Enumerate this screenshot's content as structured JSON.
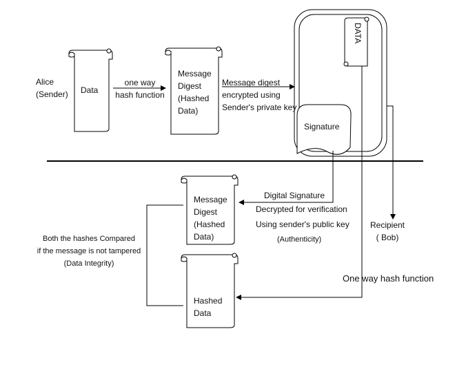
{
  "sender": {
    "label": "Alice\n(Sender)"
  },
  "scroll_data": {
    "label": "Data"
  },
  "arrow_hash": {
    "label": "one way\nhash function"
  },
  "scroll_digest": {
    "label": "Message\nDigest\n(Hashed\nData)"
  },
  "arrow_encrypt": {
    "label": "Message digest\nencrypted using\nSender's private key"
  },
  "envelope": {
    "data_label": "DATA",
    "signature_label": "Signature"
  },
  "verify": {
    "digital_signature": "Digital Signature",
    "decrypted": "Decrypted for verification",
    "using_key": "Using sender's public key",
    "authenticity": "(Authenticity)"
  },
  "recipient": {
    "label": "Recipient\n( Bob)"
  },
  "scroll_digest2": {
    "label": "Message\nDigest\n(Hashed\nData)"
  },
  "scroll_hashed": {
    "label": "Hashed\nData"
  },
  "oneway": {
    "label": "One way hash function"
  },
  "compare": {
    "label": "Both the hashes Compared\nif the message is not tampered\n(Data Integrity)"
  }
}
